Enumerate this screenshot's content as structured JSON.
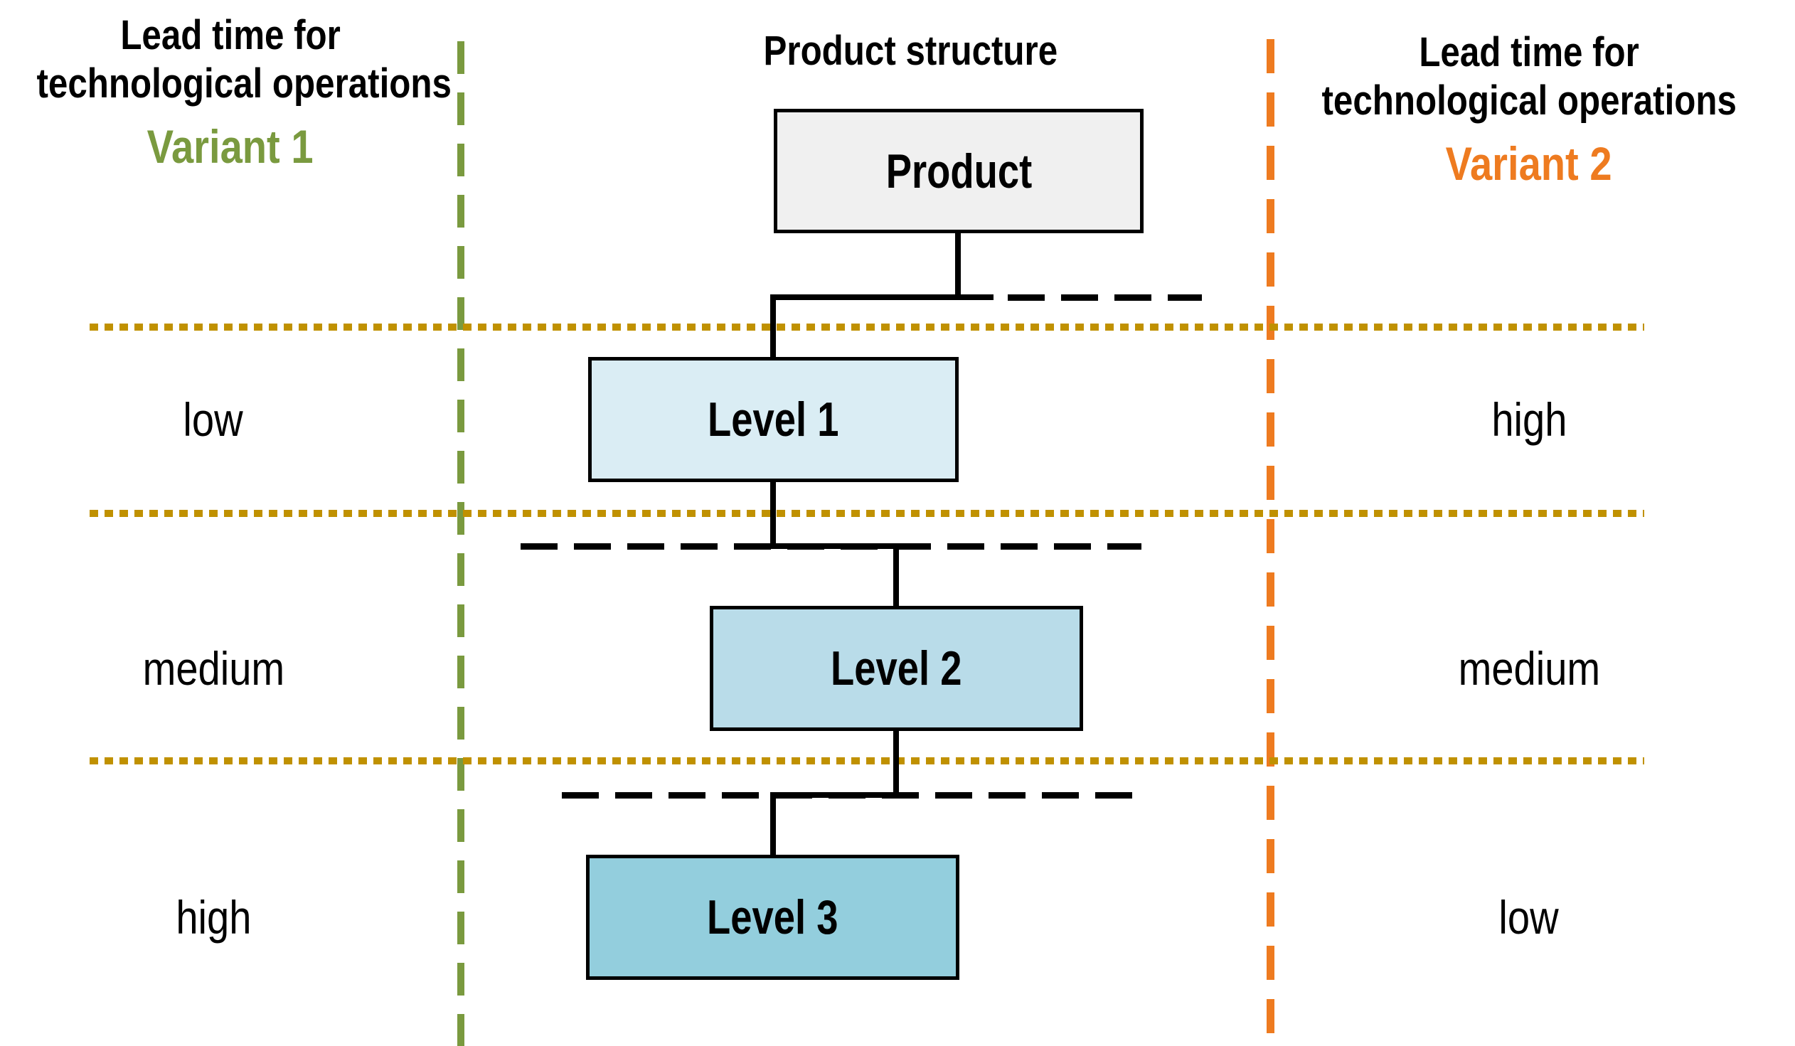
{
  "left_panel": {
    "title": [
      "Lead time for",
      "technological operations"
    ],
    "variant": "Variant 1",
    "labels": [
      "low",
      "medium",
      "high"
    ]
  },
  "center": {
    "title": "Product structure",
    "boxes": [
      {
        "label": "Product",
        "fill": "#F0F0F0"
      },
      {
        "label": "Level 1",
        "fill": "#DAEDF4"
      },
      {
        "label": "Level 2",
        "fill": "#B9DCE9"
      },
      {
        "label": "Level 3",
        "fill": "#93CEDD"
      }
    ]
  },
  "right_panel": {
    "title": [
      "Lead time for",
      "technological operations"
    ],
    "variant": "Variant 2",
    "labels": [
      "high",
      "medium",
      "low"
    ]
  },
  "colors": {
    "variant1_green": "#7A9A3F",
    "variant2_orange": "#EE7B20",
    "dotted_boundary_gold": "#C09100",
    "connector_black": "#000000",
    "box_border": "#000000"
  }
}
